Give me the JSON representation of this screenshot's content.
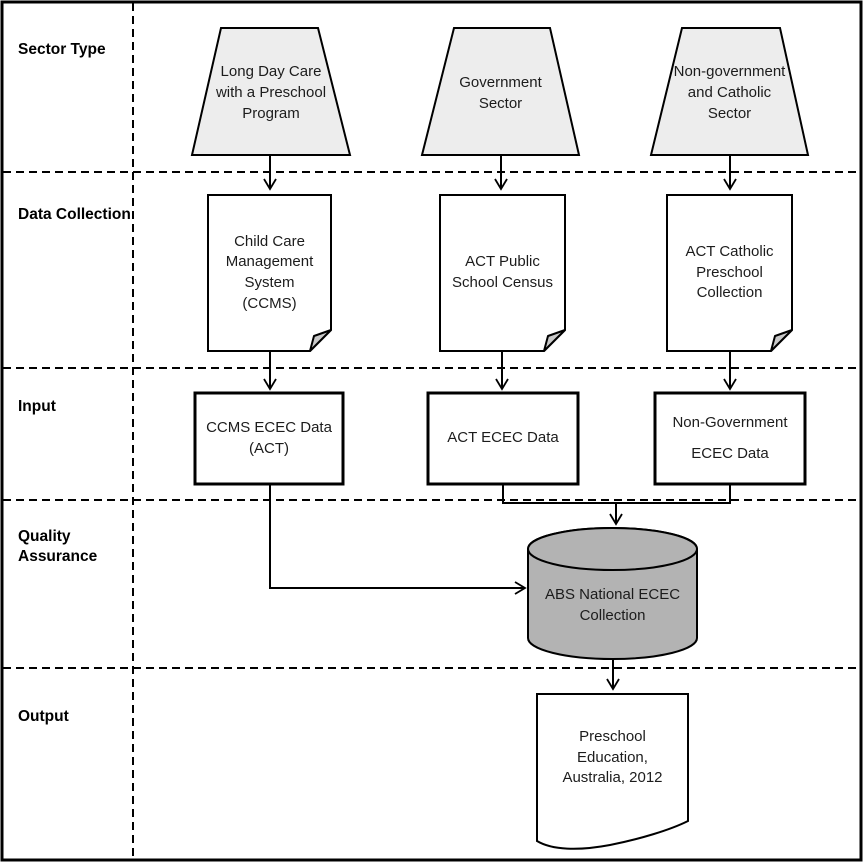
{
  "rows": [
    {
      "label": "Sector Type"
    },
    {
      "label": "Data Collection"
    },
    {
      "label": "Input"
    },
    {
      "label": "Quality\nAssurance"
    },
    {
      "label": "Output"
    }
  ],
  "nodes": {
    "sector_long_day_care": {
      "shape": "trapezoid",
      "label": "Long Day Care\nwith a Preschool\nProgram"
    },
    "sector_government": {
      "shape": "trapezoid",
      "label": "Government\nSector"
    },
    "sector_non_government": {
      "shape": "trapezoid",
      "label": "Non-government\nand Catholic\nSector"
    },
    "collection_ccms": {
      "shape": "document",
      "label": "Child Care\nManagement\nSystem\n(CCMS)"
    },
    "collection_act_public_school_census": {
      "shape": "document",
      "label": "ACT Public\nSchool Census"
    },
    "collection_act_catholic_preschool": {
      "shape": "document",
      "label": "ACT Catholic\nPreschool\nCollection"
    },
    "input_ccms_ecec": {
      "shape": "rectangle",
      "label": "CCMS ECEC Data\n(ACT)"
    },
    "input_act_ecec": {
      "shape": "rectangle",
      "label": "ACT ECEC Data"
    },
    "input_non_government_ecec": {
      "shape": "rectangle",
      "label": "Non-Government\nECEC Data"
    },
    "qa_abs_national_collection": {
      "shape": "cylinder",
      "label": "ABS National ECEC\nCollection"
    },
    "output_publication": {
      "shape": "wavy-document",
      "label": "Preschool\nEducation,\nAustralia, 2012"
    }
  },
  "colors": {
    "background": "#ffffff",
    "line": "#000000",
    "text": "#1c1c1c",
    "trapezoid_fill": "#ededed",
    "document_fill": "#ffffff",
    "fold_fill": "#c9c9c9",
    "rectangle_fill": "#ffffff",
    "cylinder_fill": "#b3b3b3"
  }
}
